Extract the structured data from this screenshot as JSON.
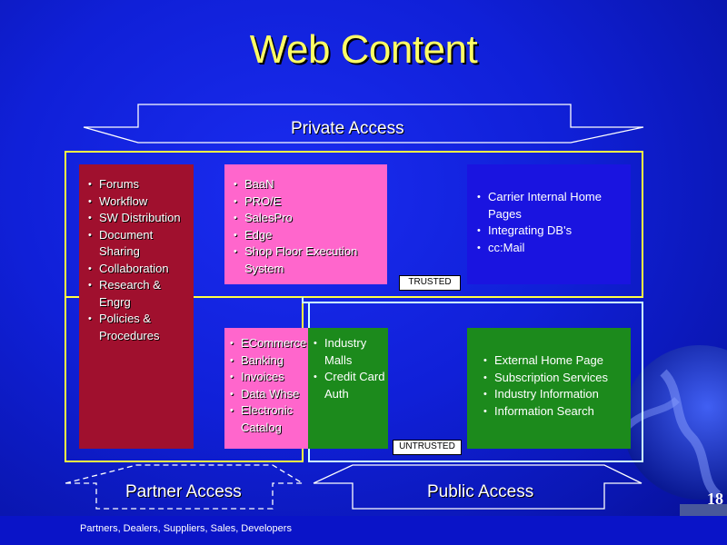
{
  "title": "Web Content",
  "private_access": {
    "label": "Private Access"
  },
  "partner_access": {
    "label": "Partner Access"
  },
  "public_access": {
    "label": "Public Access"
  },
  "zones": {
    "trusted_label": "TRUSTED",
    "untrusted_label": "UNTRUSTED"
  },
  "boxes": {
    "red": {
      "color": "#a0102e",
      "items": [
        "Forums",
        "Workflow",
        "SW Distribution",
        "Document Sharing",
        "Collaboration",
        "Research & Engrg",
        "Policies & Procedures"
      ]
    },
    "pink_top": {
      "color": "#ff66cc",
      "items": [
        "BaaN",
        "PRO/E",
        "SalesPro",
        "Edge",
        "Shop Floor Execution System"
      ]
    },
    "blue": {
      "color": "#1a14e0",
      "items": [
        "Carrier Internal Home Pages",
        "Integrating DB's",
        "cc:Mail"
      ]
    },
    "pink_bottom": {
      "color": "#ff66cc",
      "items": [
        "ECommerce",
        "Banking",
        "Invoices",
        "Data Whse",
        "Electronic Catalog"
      ]
    },
    "green_small": {
      "color": "#1c8a1c",
      "items": [
        "Industry Malls",
        "Credit Card Auth"
      ]
    },
    "green_large": {
      "color": "#1c8a1c",
      "items": [
        "External Home Page",
        "Subscription Services",
        "Industry Information",
        "Information Search"
      ]
    }
  },
  "colors": {
    "trusted_border": "#ffff44",
    "untrusted_border": "#ccffff",
    "title": "#ffff66"
  },
  "footer": {
    "note": "Partners, Dealers, Suppliers, Sales, Developers",
    "page_number": "18"
  }
}
